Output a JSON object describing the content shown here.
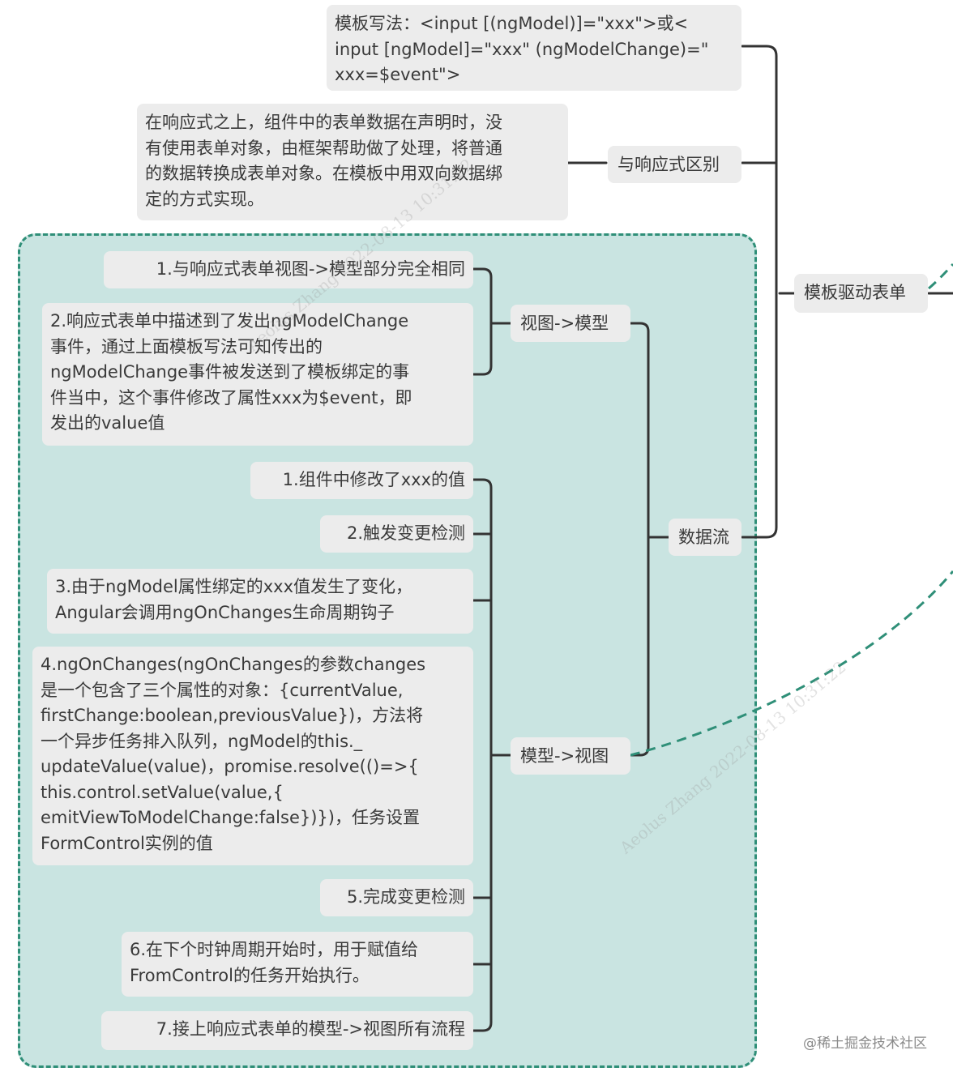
{
  "colors": {
    "group_fill": "#c9e4e1",
    "group_border": "#2f8f78",
    "node_fill": "#ececec",
    "line": "#333333",
    "dashed_link": "#2f8f78"
  },
  "root": {
    "label": "模板驱动表单"
  },
  "template_syntax": {
    "lines": [
      "模板写法：<input [(ngModel)]=\"xxx\">或<",
      "input [ngModel]=\"xxx\" (ngModelChange)=\"",
      "xxx=$event\">"
    ]
  },
  "difference": {
    "label": "与响应式区别",
    "note_lines": [
      "在响应式之上，组件中的表单数据在声明时，没",
      "有使用表单对象，由框架帮助做了处理，将普通",
      "的数据转换成表单对象。在模板中用双向数据绑",
      "定的方式实现。"
    ]
  },
  "data_flow": {
    "label": "数据流",
    "view_to_model": {
      "label": "视图->模型",
      "items": [
        {
          "lines": [
            "1.与响应式表单视图->模型部分完全相同"
          ]
        },
        {
          "lines": [
            "2.响应式表单中描述到了发出ngModelChange",
            "事件，通过上面模板写法可知传出的",
            "ngModelChange事件被发送到了模板绑定的事",
            "件当中，这个事件修改了属性xxx为$event，即",
            "发出的value值"
          ]
        }
      ]
    },
    "model_to_view": {
      "label": "模型->视图",
      "items": [
        {
          "lines": [
            "1.组件中修改了xxx的值"
          ]
        },
        {
          "lines": [
            "2.触发变更检测"
          ]
        },
        {
          "lines": [
            "3.由于ngModel属性绑定的xxx值发生了变化，",
            "Angular会调用ngOnChanges生命周期钩子"
          ]
        },
        {
          "lines": [
            "4.ngOnChanges(ngOnChanges的参数changes",
            "是一个包含了三个属性的对象：{currentValue,",
            "firstChange:boolean,previousValue})，方法将",
            "一个异步任务排入队列，ngModel的this._",
            "updateValue(value)，promise.resolve(()=>{",
            "this.control.setValue(value,{",
            "emitViewToModelChange:false})})，任务设置",
            "FormControl实例的值"
          ]
        },
        {
          "lines": [
            "5.完成变更检测"
          ]
        },
        {
          "lines": [
            "6.在下个时钟周期开始时，用于赋值给",
            "FromControl的任务开始执行。"
          ]
        },
        {
          "lines": [
            "7.接上响应式表单的模型->视图所有流程"
          ]
        }
      ]
    }
  },
  "watermark": "Aeolus Zhang 2022-08-13 10:31:22",
  "footer": "@稀土掘金技术社区"
}
